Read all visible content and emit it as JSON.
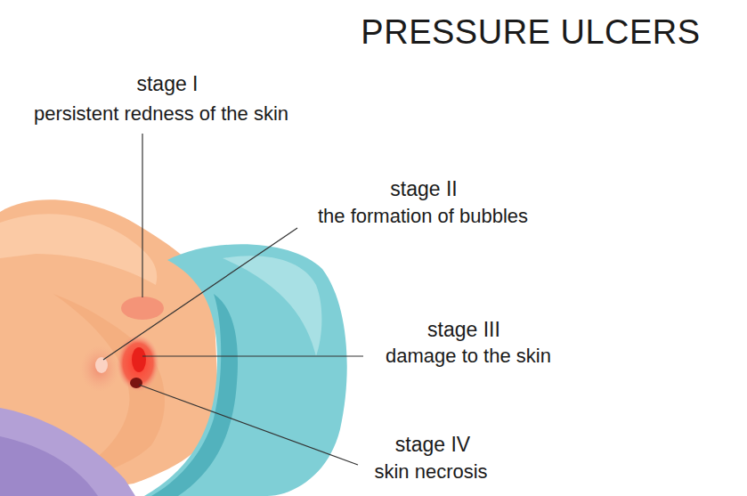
{
  "diagram": {
    "title": "PRESSURE ULCERS",
    "labels": [
      "stage I",
      "persistent redness of the skin",
      "stage II",
      "the formation of bubbles",
      "stage III",
      "damage to the skin",
      "stage IV",
      "skin necrosis"
    ]
  }
}
